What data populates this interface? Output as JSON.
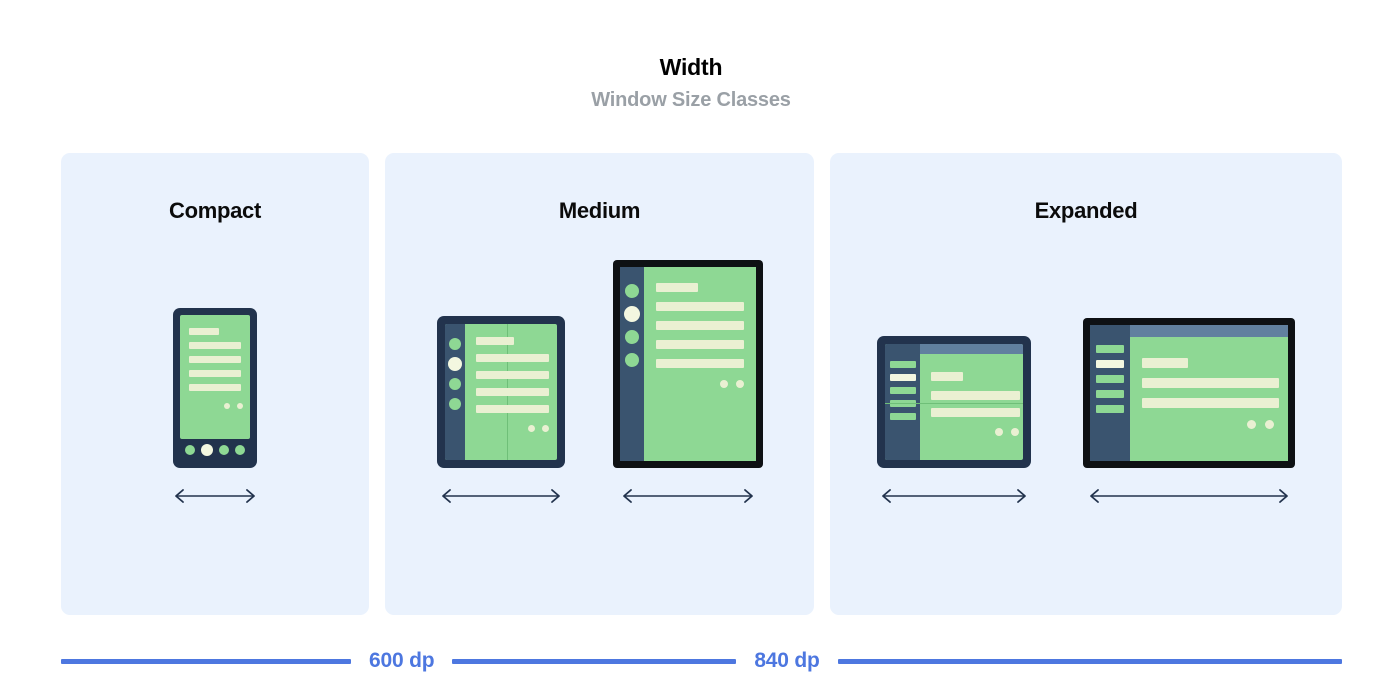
{
  "heading": {
    "title": "Width",
    "subtitle": "Window Size Classes"
  },
  "panels": [
    {
      "key": "compact",
      "title": "Compact",
      "devices": [
        {
          "name": "phone",
          "type": "phone",
          "arrow_label": "width-arrow"
        }
      ]
    },
    {
      "key": "medium",
      "title": "Medium",
      "devices": [
        {
          "name": "foldable-portrait",
          "type": "foldable-portrait",
          "arrow_label": "width-arrow"
        },
        {
          "name": "tablet-portrait",
          "type": "tablet-portrait",
          "arrow_label": "width-arrow"
        }
      ]
    },
    {
      "key": "expanded",
      "title": "Expanded",
      "devices": [
        {
          "name": "foldable-landscape",
          "type": "foldable-landscape",
          "arrow_label": "width-arrow"
        },
        {
          "name": "tablet-landscape",
          "type": "tablet-landscape",
          "arrow_label": "width-arrow"
        }
      ]
    }
  ],
  "ruler": {
    "breakpoints": [
      {
        "label": "600 dp"
      },
      {
        "label": "840 dp"
      }
    ]
  },
  "colors": {
    "panel_background": "#eaf2fd",
    "page_background": "#ffffff",
    "title_text": "#000000",
    "subtitle_text": "#9aa0a6",
    "panel_title_text": "#0b0b0b",
    "ruler_blue": "#4d77e0",
    "device_frame_navy": "#22334d",
    "device_frame_black": "#0e1114",
    "device_screen_green": "#8ed894",
    "device_rail_navy": "#3a546f",
    "device_topbar_blue": "#61809f",
    "device_content_cream": "#eaf0d2",
    "arrow_stroke": "#22334d"
  }
}
